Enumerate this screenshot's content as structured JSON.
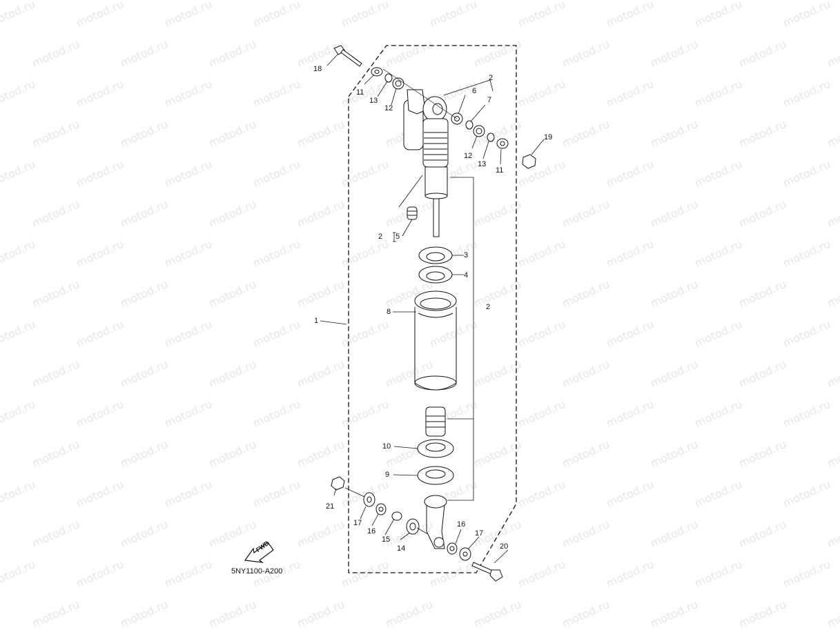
{
  "watermark": {
    "text": "motod.ru",
    "color": "#e6e6e6"
  },
  "diagram": {
    "code": "5NY1100-A200",
    "fwd_label": "FWD",
    "line_color": "#111111",
    "callouts": [
      {
        "id": "c18",
        "label": "18"
      },
      {
        "id": "c11a",
        "label": "11"
      },
      {
        "id": "c13a",
        "label": "13"
      },
      {
        "id": "c12a",
        "label": "12"
      },
      {
        "id": "c2a",
        "label": "2"
      },
      {
        "id": "c6",
        "label": "6"
      },
      {
        "id": "c7",
        "label": "7"
      },
      {
        "id": "c12b",
        "label": "12"
      },
      {
        "id": "c13b",
        "label": "13"
      },
      {
        "id": "c11b",
        "label": "11"
      },
      {
        "id": "c19",
        "label": "19"
      },
      {
        "id": "c2b",
        "label": "2"
      },
      {
        "id": "c5",
        "label": "5"
      },
      {
        "id": "c3",
        "label": "3"
      },
      {
        "id": "c4",
        "label": "4"
      },
      {
        "id": "c8",
        "label": "8"
      },
      {
        "id": "c1",
        "label": "1"
      },
      {
        "id": "c2c",
        "label": "2"
      },
      {
        "id": "c10",
        "label": "10"
      },
      {
        "id": "c9",
        "label": "9"
      },
      {
        "id": "c21",
        "label": "21"
      },
      {
        "id": "c17a",
        "label": "17"
      },
      {
        "id": "c16a",
        "label": "16"
      },
      {
        "id": "c15",
        "label": "15"
      },
      {
        "id": "c14",
        "label": "14"
      },
      {
        "id": "c16b",
        "label": "16"
      },
      {
        "id": "c17b",
        "label": "17"
      },
      {
        "id": "c20",
        "label": "20"
      }
    ]
  }
}
